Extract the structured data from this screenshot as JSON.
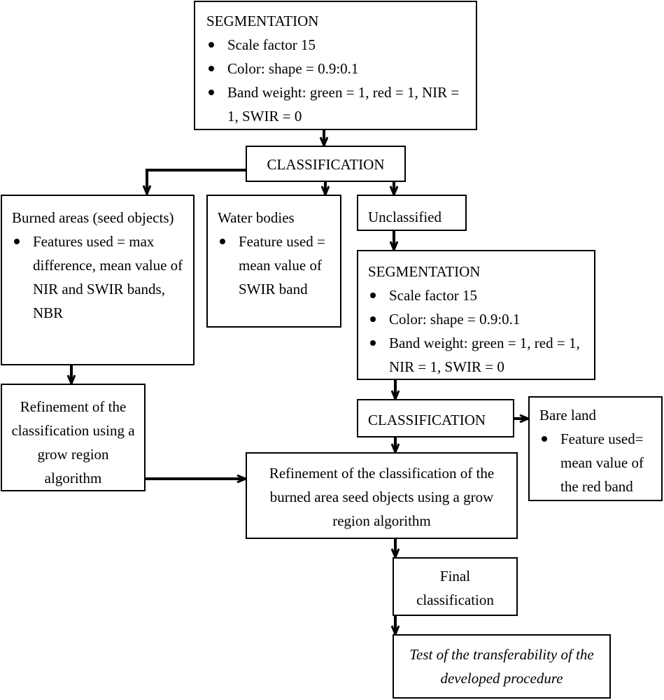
{
  "seg1": {
    "title": "SEGMENTATION",
    "items": [
      "Scale factor 15",
      "Color: shape = 0.9:0.1",
      "Band weight: green = 1, red = 1, NIR = 1, SWIR = 0"
    ]
  },
  "class1": {
    "title": "CLASSIFICATION"
  },
  "burned": {
    "title": "Burned areas (seed objects)",
    "items": [
      "Features used = max difference, mean value of NIR and SWIR bands, NBR"
    ]
  },
  "water": {
    "title": "Water bodies",
    "items": [
      "Feature used = mean value of SWIR band"
    ]
  },
  "unclassified": {
    "title": "Unclassified"
  },
  "seg2": {
    "title": "SEGMENTATION",
    "items": [
      "Scale factor 15",
      "Color: shape = 0.9:0.1",
      "Band weight: green = 1, red = 1, NIR = 1, SWIR = 0"
    ]
  },
  "class2": {
    "title": "CLASSIFICATION"
  },
  "bare": {
    "title": "Bare land",
    "items": [
      "Feature used= mean value of the red band"
    ]
  },
  "refine1": {
    "text": "Refinement of the classification using a grow region algorithm"
  },
  "refine2": {
    "text": "Refinement of the classification of the burned area seed objects using a grow region algorithm"
  },
  "final": {
    "text": "Final classification"
  },
  "test": {
    "text": "Test of the transferability of the developed procedure"
  }
}
